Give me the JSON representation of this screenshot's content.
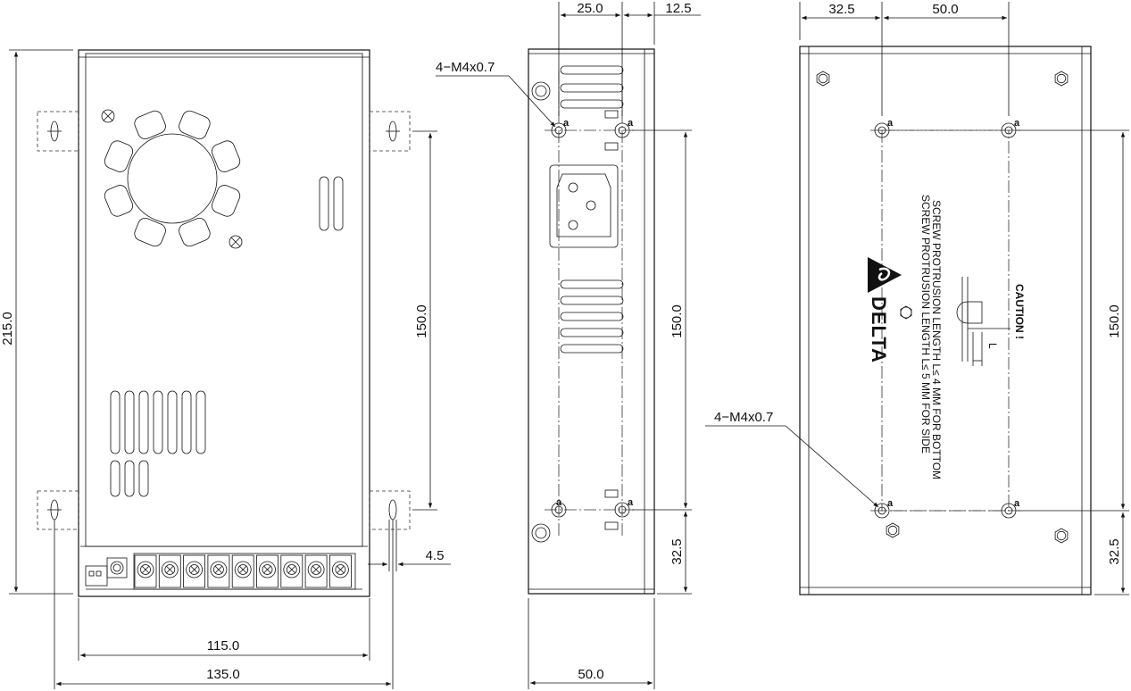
{
  "dimensions": {
    "front_height": "215.0",
    "front_hole_spacing": "150.0",
    "front_width_inner": "115.0",
    "front_width_outer": "135.0",
    "front_slot": "4.5",
    "side_top_a": "25.0",
    "side_top_b": "12.5",
    "side_height": "150.0",
    "side_bottom": "32.5",
    "side_width": "50.0",
    "bottom_top_a": "32.5",
    "bottom_top_b": "50.0",
    "bottom_height": "150.0",
    "bottom_bottom": "32.5"
  },
  "labels": {
    "screw_callout_side": "4−M4x0.7",
    "screw_callout_bottom": "4−M4x0.7",
    "hole_mark": "a",
    "caution": "CAUTION !",
    "screw_note_bottom": "SCREW PROTRUSION LENGTH  L≤ 4 MM FOR BOTTOM",
    "screw_note_side": "SCREW PROTRUSION LENGTH  L≤ 5 MM FOR SIDE",
    "brand": "DELTA",
    "screw_length_mark": "L"
  }
}
